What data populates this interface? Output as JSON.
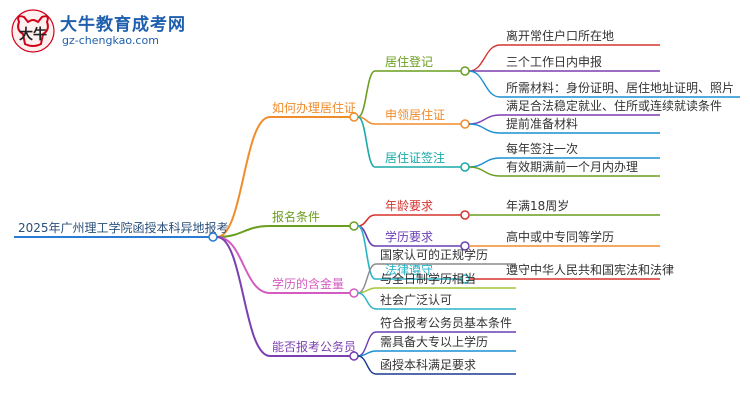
{
  "logo": {
    "name": "大牛教育成考网",
    "url": "gz-chengkao.com"
  },
  "root": {
    "label": "2025年广州理工学院函授本科异地报考",
    "color": "#2a7bd3"
  },
  "branches": [
    {
      "label": "如何办理居住证",
      "color": "#f08c2b",
      "children": [
        {
          "label": "居住登记",
          "color": "#6a9e1f",
          "children": [
            "离开常住户口所在地",
            "三个工作日内申报",
            "所需材料：身份证明、居住地址证明、照片"
          ]
        },
        {
          "label": "申领居住证",
          "color": "#f08c2b",
          "children": [
            "满足合法稳定就业、住所或连续就读条件",
            "提前准备材料"
          ]
        },
        {
          "label": "居住证签注",
          "color": "#1aa8a8",
          "children": [
            "每年签注一次",
            "有效期满前一个月内办理"
          ]
        }
      ]
    },
    {
      "label": "报名条件",
      "color": "#6a9e1f",
      "children": [
        {
          "label": "年龄要求",
          "color": "#d6332f",
          "children": [
            "年满18周岁"
          ]
        },
        {
          "label": "学历要求",
          "color": "#6a3fb6",
          "children": [
            "高中或中专同等学历"
          ]
        },
        {
          "label": "法律遵守",
          "color": "#28b4c6",
          "children": [
            "遵守中华人民共和国宪法和法律"
          ]
        }
      ]
    },
    {
      "label": "学历的含金量",
      "color": "#d45bbf",
      "children": [
        {
          "label": "国家认可的正规学历",
          "color": "#8a8a8a"
        },
        {
          "label": "与全日制学历相当",
          "color": "#a4c63a"
        },
        {
          "label": "社会广泛认可",
          "color": "#28b4c6"
        }
      ]
    },
    {
      "label": "能否报考公务员",
      "color": "#7b3fb0",
      "children": [
        {
          "label": "符合报考公务员基本条件",
          "color": "#6a3fb6"
        },
        {
          "label": "需具备大专以上学历",
          "color": "#1b8fd3"
        },
        {
          "label": "函授本科满足要求",
          "color": "#1a3a8f"
        }
      ]
    }
  ]
}
